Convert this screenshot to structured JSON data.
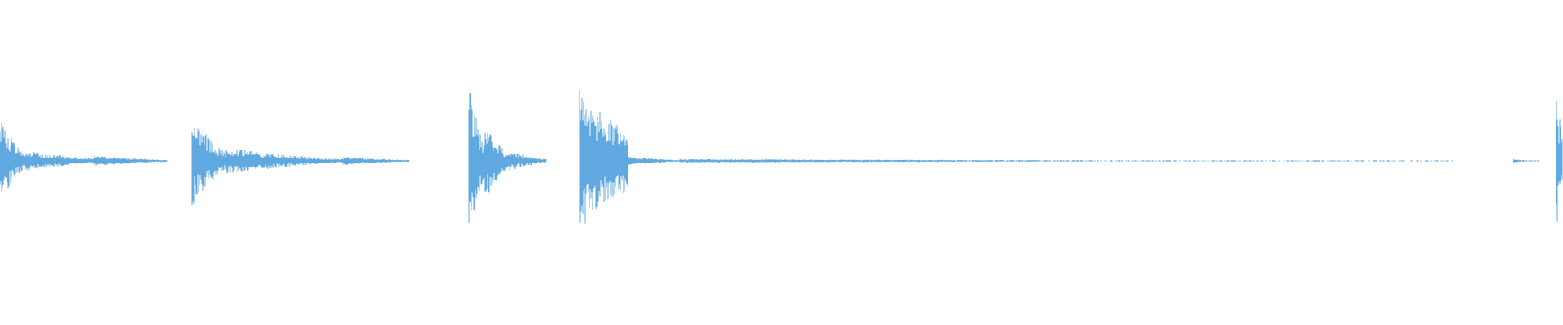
{
  "waveform": {
    "color": "#5FA8E0",
    "background": "#FFFFFF",
    "segments": [
      {
        "start": 0.0,
        "end": 0.014,
        "peak": 0.48,
        "floor": 0.14
      },
      {
        "start": 0.014,
        "end": 0.06,
        "peak": 0.12,
        "floor": 0.03
      },
      {
        "start": 0.06,
        "end": 0.108,
        "peak": 0.06,
        "floor": 0.01
      },
      {
        "start": 0.123,
        "end": 0.145,
        "peak": 0.52,
        "floor": 0.1
      },
      {
        "start": 0.145,
        "end": 0.22,
        "peak": 0.15,
        "floor": 0.02
      },
      {
        "start": 0.22,
        "end": 0.262,
        "peak": 0.05,
        "floor": 0.01
      },
      {
        "start": 0.3,
        "end": 0.31,
        "peak": 0.9,
        "floor": 0.2
      },
      {
        "start": 0.31,
        "end": 0.325,
        "peak": 0.45,
        "floor": 0.1
      },
      {
        "start": 0.325,
        "end": 0.35,
        "peak": 0.12,
        "floor": 0.02
      },
      {
        "start": 0.371,
        "end": 0.402,
        "peak": 0.8,
        "floor": 0.35
      },
      {
        "start": 0.402,
        "end": 0.435,
        "peak": 0.05,
        "floor": 0.01
      },
      {
        "start": 0.435,
        "end": 0.93,
        "peak": 0.02,
        "floor": 0.0
      },
      {
        "start": 0.968,
        "end": 0.985,
        "peak": 0.02,
        "floor": 0.0
      },
      {
        "start": 0.996,
        "end": 1.0,
        "peak": 0.76,
        "floor": 0.3
      }
    ]
  }
}
